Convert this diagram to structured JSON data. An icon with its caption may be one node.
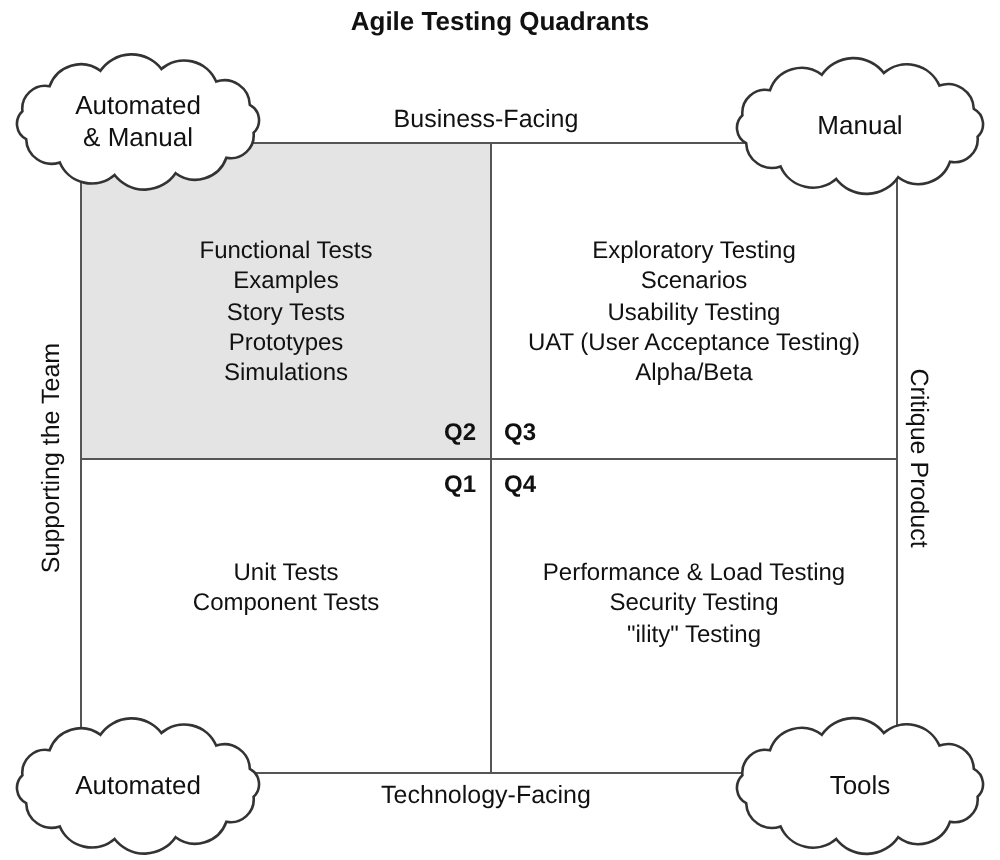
{
  "diagram": {
    "title": "Agile Testing Quadrants",
    "nodes": [
      {
        "text": [
          "Automated & Manual"
        ]
      },
      {
        "text": [
          "Manual"
        ]
      },
      {
        "text": [
          "Functional Tests",
          "Examples",
          "Story Tests",
          "Prototypes",
          "Simulations",
          "Q2"
        ]
      },
      {
        "text": [
          "Exploratory Testing",
          "Scenarios",
          "Usability Testing",
          "UAT (User Acceptance Testing)",
          "Alpha/Beta",
          "Q3"
        ]
      },
      {
        "text": [
          "Q1",
          "Unit Tests",
          "Component Tests"
        ]
      },
      {
        "text": [
          "Q4",
          "Performance & Load Testing",
          "Security Testing",
          "\"ility\" Testing"
        ]
      },
      {
        "text": [
          "Automated"
        ]
      },
      {
        "text": [
          "Tools"
        ]
      }
    ],
    "labels": [
      "Business-Facing",
      "Supporting the Team",
      "Critique Product",
      "Technology-Facing"
    ]
  }
}
